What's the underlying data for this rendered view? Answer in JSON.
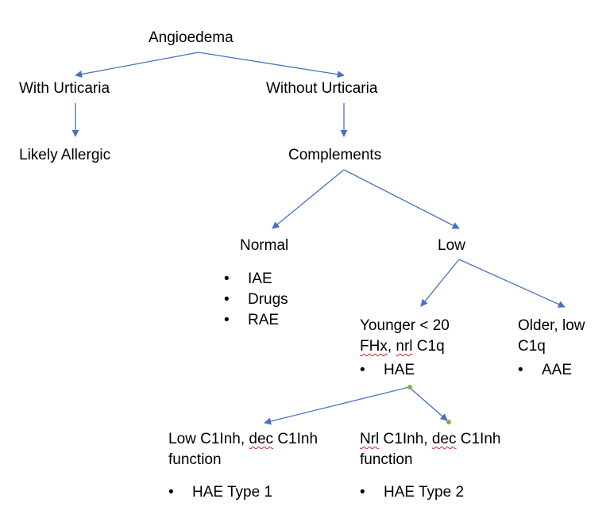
{
  "colors": {
    "arrow": "#4472c4",
    "handle": "#7cb342",
    "text": "#000000"
  },
  "nodes": {
    "angioedema": "Angioedema",
    "with_urticaria": "With Urticaria",
    "without_urticaria": "Without Urticaria",
    "likely_allergic": "Likely Allergic",
    "complements": "Complements",
    "normal": "Normal",
    "low": "Low",
    "younger": {
      "line1": "Younger < 20",
      "fhx": "FHx",
      "sep": ", ",
      "nrl": "nrl",
      "c1q": " C1q"
    },
    "older": {
      "line1": "Older, low",
      "line2": "C1q"
    },
    "low_c1inh": {
      "line1_a": "Low C1Inh, ",
      "dec": "dec",
      "line1_b": " C1Inh",
      "line2": "function"
    },
    "nrl_c1inh": {
      "nrl": "Nrl",
      "line1_a": " C1Inh, ",
      "dec": "dec",
      "line1_b": " C1Inh",
      "line2": "function"
    }
  },
  "lists": {
    "normal_causes": [
      "IAE",
      "Drugs",
      "RAE"
    ],
    "younger_dx": [
      "HAE"
    ],
    "older_dx": [
      "AAE"
    ],
    "type1": [
      "HAE Type 1"
    ],
    "type2": [
      "HAE Type 2"
    ]
  }
}
